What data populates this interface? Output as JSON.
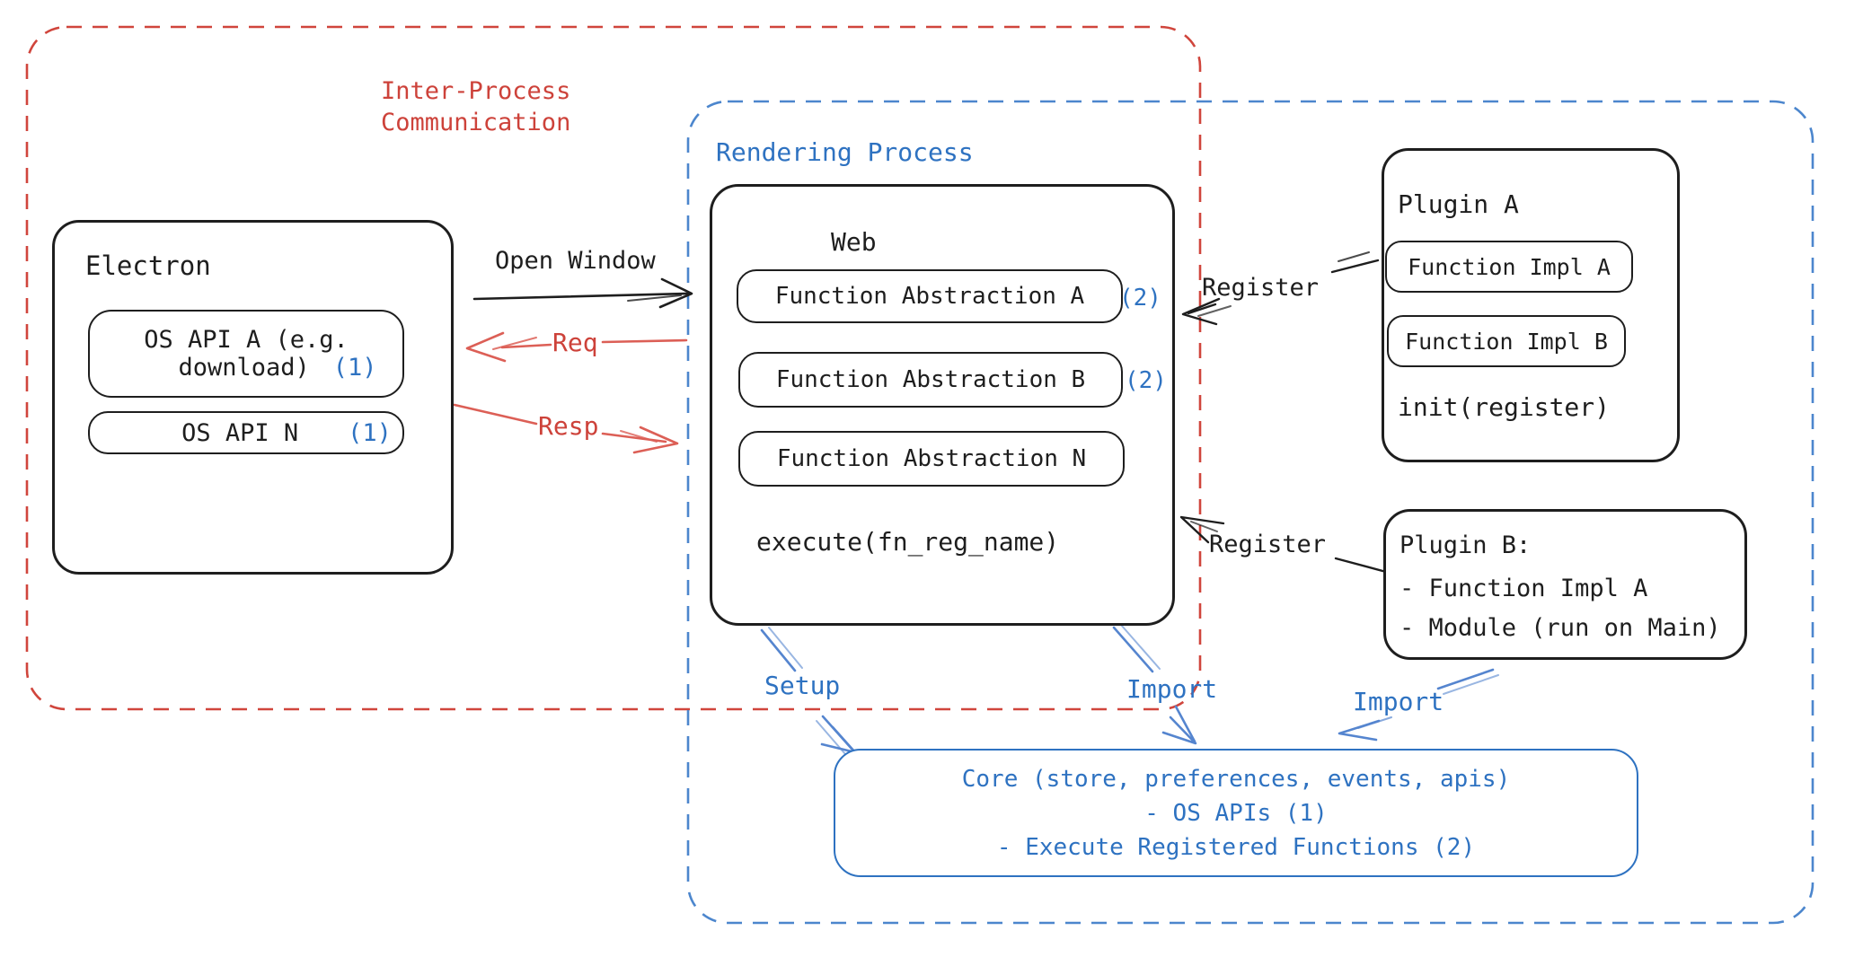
{
  "diagram": {
    "ipc_label": "Inter-Process\nCommunication",
    "rendering_label": "Rendering Process",
    "electron": {
      "title": "Electron",
      "os_api_a_line1": "OS API A (e.g.",
      "os_api_a_line2": "download)",
      "os_api_a_num": "(1)",
      "os_api_n_label": "OS API N",
      "os_api_n_num": "(1)"
    },
    "web": {
      "title": "Web",
      "fa_a": "Function Abstraction A",
      "fa_a_num": "(2)",
      "fa_b": "Function Abstraction B",
      "fa_b_num": "(2)",
      "fa_n": "Function Abstraction N",
      "execute_label": "execute(fn_reg_name)"
    },
    "plugin_a": {
      "title": "Plugin A",
      "impl_a": "Function Impl A",
      "impl_b": "Function Impl B",
      "init_label": "init(register)"
    },
    "plugin_b": {
      "title": "Plugin B:",
      "item1": "- Function Impl A",
      "item2": "- Module (run on Main)"
    },
    "core": {
      "line1": "Core (store, preferences, events, apis)",
      "line2": "- OS APIs (1)",
      "line3": "- Execute Registered Functions (2)"
    },
    "arrows": {
      "open_window": "Open Window",
      "req": "Req",
      "resp": "Resp",
      "register_top": "Register",
      "register_bottom": "Register",
      "setup": "Setup",
      "import_core": "Import",
      "import_plugin_b": "Import"
    },
    "colors": {
      "ink": "#1e1e1e",
      "red": "#cd423a",
      "red_arrow": "#dc5f56",
      "blue_text": "#2e72c1",
      "blue_dash": "#4c86cd",
      "blue_arrow": "#5585cf"
    }
  }
}
